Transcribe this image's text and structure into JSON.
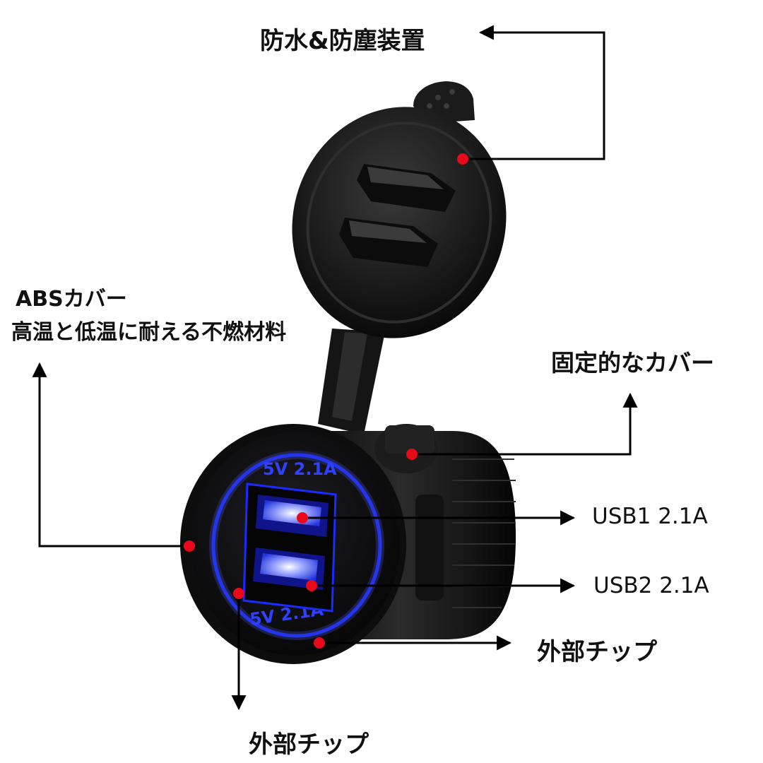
{
  "labels": {
    "waterproof_cover": "防水&防塵装置",
    "abs_cover_line1": "ABSカバー",
    "abs_cover_line2": "高温と低温に耐える不燃材料",
    "fixed_cover": "固定的なカバー",
    "usb1": "USB1 2.1A",
    "usb2": "USB2 2.1A",
    "external_chip_right": "外部チップ",
    "external_chip_bottom": "外部チップ"
  },
  "socket_markings": {
    "top": "5V 2.1A",
    "bottom": "5V 2.1A"
  },
  "colors": {
    "marker": "#e8091a",
    "led_ring": "#1a2bff",
    "port_glow": "#4a5cff",
    "rubber": "#111111",
    "arrow": "#000000",
    "background": "#ffffff"
  },
  "icons": {
    "arrow": "arrow-icon",
    "marker": "marker-dot-icon"
  }
}
